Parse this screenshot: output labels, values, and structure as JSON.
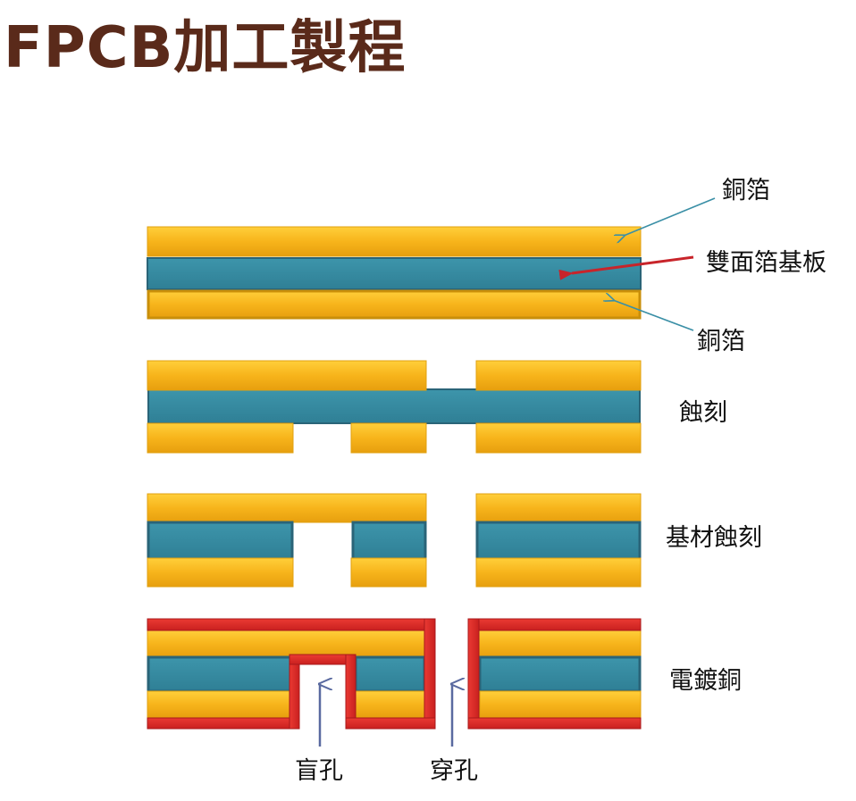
{
  "title": "FPCB加工製程",
  "colors": {
    "copper": "#f6b61a",
    "copper_edge": "#d49a0c",
    "substrate": "#3a8fa6",
    "substrate_edge": "#2a6478",
    "plating": "#dc2a27",
    "plating_edge": "#a8181b",
    "arrow_teal": "#3a8fa6",
    "arrow_red": "#c8242a",
    "arrow_blue": "#5a6aa0",
    "title": "#5a2a1a"
  },
  "labels": {
    "copper_foil_top": "銅箔",
    "double_sided_board": "雙面箔基板",
    "copper_foil_bottom": "銅箔",
    "etching": "蝕刻",
    "substrate_etching": "基材蝕刻",
    "copper_plating": "電鍍銅",
    "blind_hole": "盲孔",
    "through_hole": "穿孔"
  }
}
